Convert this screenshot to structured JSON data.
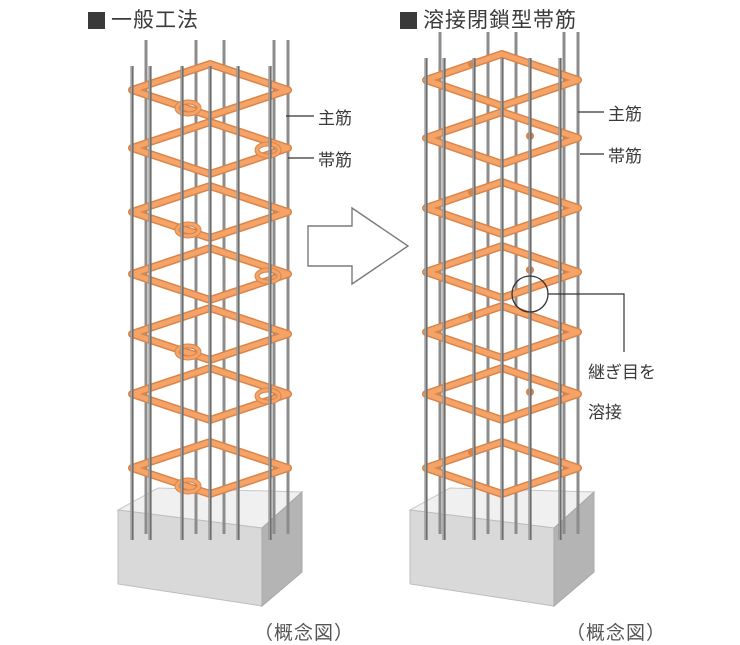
{
  "left_panel": {
    "title": "一般工法",
    "label_main_bar": "主筋",
    "label_hoop": "帯筋",
    "caption": "（概念図）"
  },
  "right_panel": {
    "title": "溶接閉鎖型帯筋",
    "label_main_bar": "主筋",
    "label_hoop": "帯筋",
    "label_weld_line1": "継ぎ目を",
    "label_weld_line2": "溶接",
    "caption": "（概念図）"
  },
  "colors": {
    "hoop": "#f5a367",
    "hoop_edge": "#d9844a",
    "rebar": "#6e6e6e",
    "concrete_top": "#f0f0f0",
    "concrete_front": "#d9d9d9",
    "concrete_side": "#b4b4b4",
    "leader": "#333333"
  }
}
